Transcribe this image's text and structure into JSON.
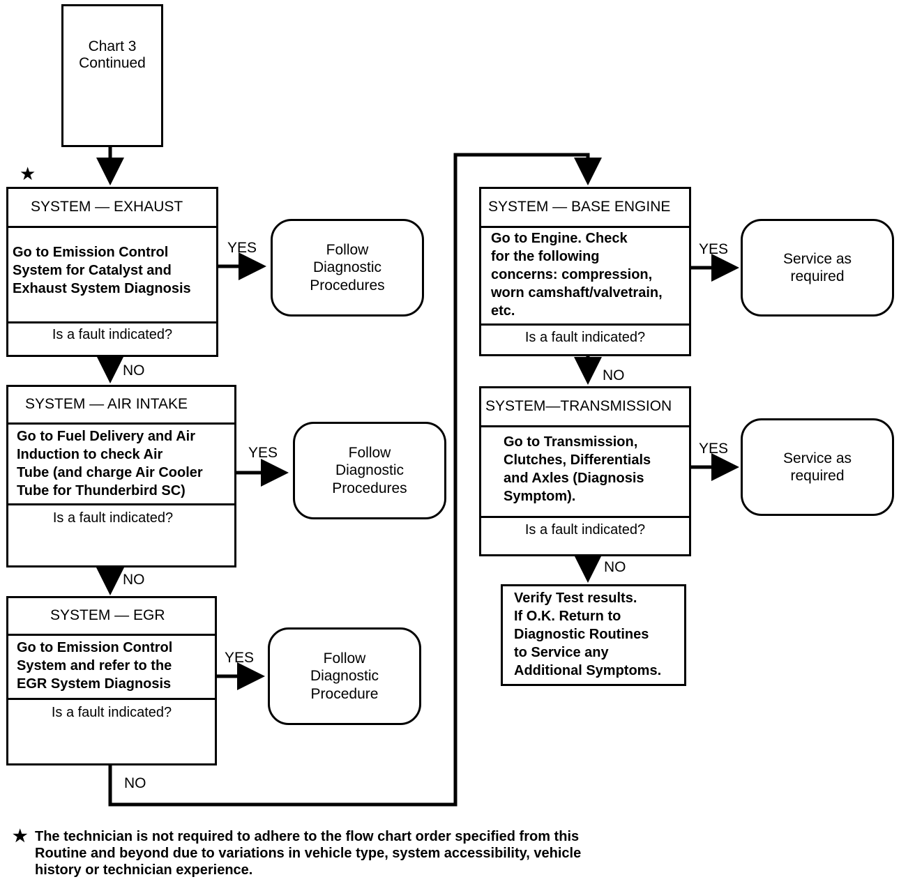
{
  "start": {
    "lines": [
      "Chart 3",
      "Continued"
    ]
  },
  "star_symbol": "★",
  "exhaust": {
    "header": "SYSTEM — EXHAUST",
    "body": [
      "Go to Emission Control",
      "System for Catalyst and",
      "Exhaust System Diagnosis"
    ],
    "question": "Is a fault indicated?",
    "yes_label": "YES",
    "no_label": "NO",
    "result": [
      "Follow",
      "Diagnostic",
      "Procedures"
    ]
  },
  "air_intake": {
    "header": "SYSTEM — AIR INTAKE",
    "body": [
      "Go to Fuel Delivery and Air",
      "Induction to check Air",
      "Tube (and charge Air Cooler",
      "Tube for Thunderbird SC)"
    ],
    "question": "Is a fault indicated?",
    "yes_label": "YES",
    "no_label": "NO",
    "result": [
      "Follow",
      "Diagnostic",
      "Procedures"
    ]
  },
  "egr": {
    "header": "SYSTEM — EGR",
    "body": [
      "Go to Emission Control",
      "System and refer to the",
      "EGR System Diagnosis"
    ],
    "question": "Is a fault indicated?",
    "yes_label": "YES",
    "no_label": "NO",
    "result": [
      "Follow",
      "Diagnostic",
      "Procedure"
    ]
  },
  "base_engine": {
    "header": "SYSTEM — BASE ENGINE",
    "body": [
      "Go to Engine. Check",
      "for the following",
      "concerns: compression,",
      "worn camshaft/valvetrain,",
      "etc."
    ],
    "question": "Is a fault indicated?",
    "yes_label": "YES",
    "no_label": "NO",
    "result": [
      "Service as",
      "required"
    ]
  },
  "transmission": {
    "header": "SYSTEM—TRANSMISSION",
    "body": [
      "Go to Transmission,",
      "Clutches, Differentials",
      "and Axles (Diagnosis",
      "Symptom)."
    ],
    "question": "Is a fault indicated?",
    "yes_label": "YES",
    "no_label": "NO",
    "result": [
      "Service as",
      "required"
    ]
  },
  "verify": {
    "lines": [
      "Verify Test results.",
      "If O.K. Return to",
      "Diagnostic Routines",
      "to Service any",
      "Additional Symptoms."
    ]
  },
  "footnote": {
    "symbol": "★",
    "lines": [
      "The technician is not required to adhere to the flow chart order specified from this",
      "Routine and beyond due to variations in vehicle type, system accessibility, vehicle",
      "history or technician experience."
    ]
  }
}
